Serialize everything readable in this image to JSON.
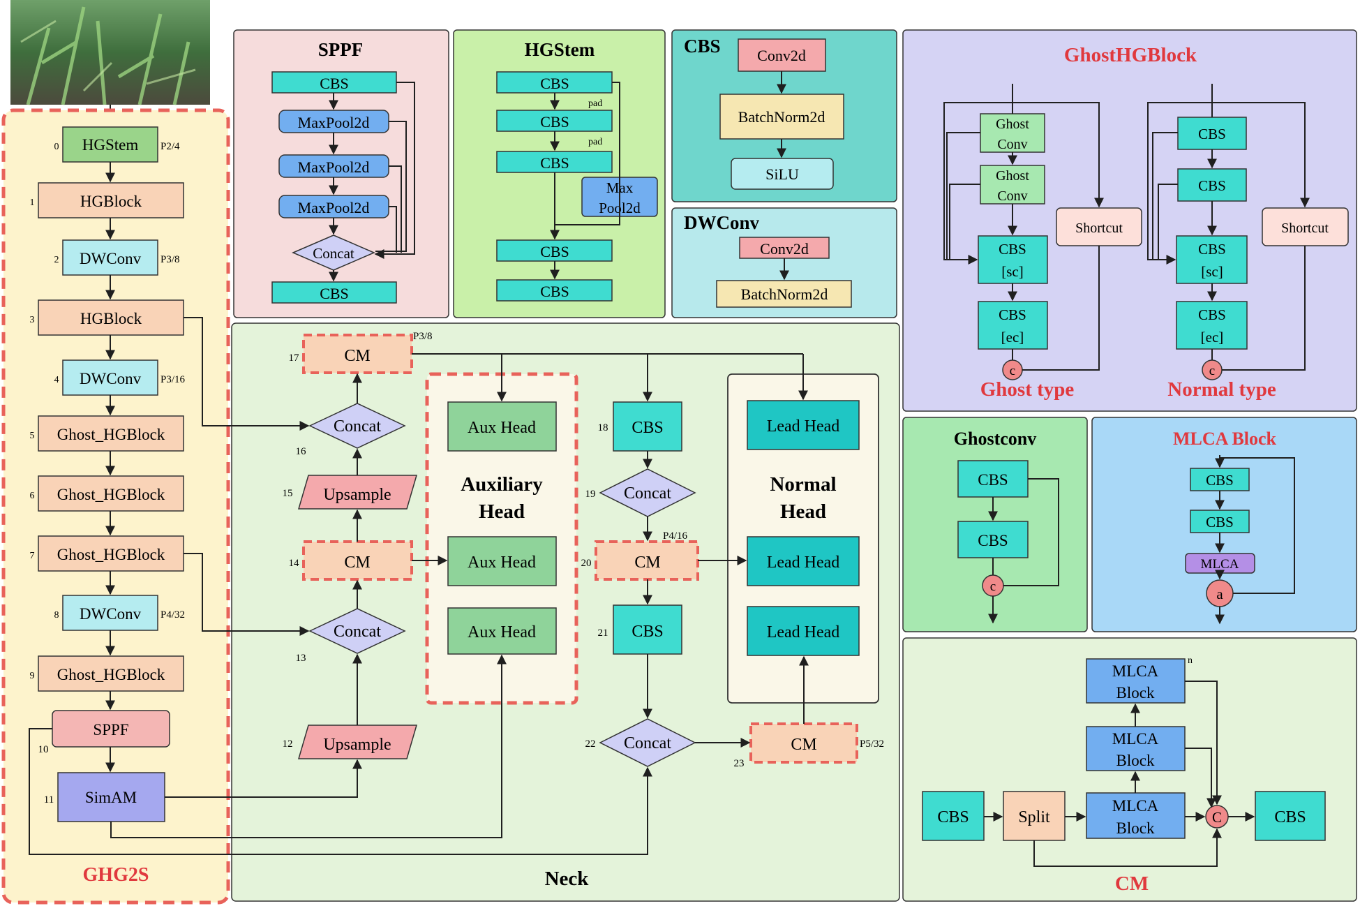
{
  "title": "GHG2S",
  "neck_title": "Neck",
  "sppf": {
    "title": "SPPF",
    "cbs_top": "CBS",
    "maxpool": "MaxPool2d",
    "concat": "Concat",
    "cbs_bottom": "CBS"
  },
  "hgstem": {
    "title": "HGStem",
    "cbs": "CBS",
    "pad": "pad",
    "maxpool_line1": "Max",
    "maxpool_line2": "Pool2d"
  },
  "cbs_module": {
    "title": "CBS",
    "conv": "Conv2d",
    "bn": "BatchNorm2d",
    "act": "SiLU"
  },
  "dwconv_module": {
    "title": "DWConv",
    "conv": "Conv2d",
    "bn": "BatchNorm2d"
  },
  "ghosthg": {
    "title": "GhostHGBlock",
    "ghost_line1": "Ghost",
    "ghost_line2": "Conv",
    "cbs": "CBS",
    "sc": "[sc]",
    "ec": "[ec]",
    "shortcut": "Shortcut",
    "c": "c",
    "ghost_type": "Ghost type",
    "normal_type": "Normal type"
  },
  "ghostconv": {
    "title": "Ghostconv",
    "cbs": "CBS",
    "c": "c"
  },
  "mlca": {
    "title": "MLCA Block",
    "cbs": "CBS",
    "mlca": "MLCA",
    "a": "a"
  },
  "cm_module": {
    "title": "CM",
    "cbs": "CBS",
    "split": "Split",
    "mlca_line1": "MLCA",
    "mlca_line2": "Block",
    "c": "C",
    "n": "n"
  },
  "backbone": [
    {
      "idx": "0",
      "label": "HGStem",
      "scale": "P2/4"
    },
    {
      "idx": "1",
      "label": "HGBlock",
      "scale": ""
    },
    {
      "idx": "2",
      "label": "DWConv",
      "scale": "P3/8"
    },
    {
      "idx": "3",
      "label": "HGBlock",
      "scale": ""
    },
    {
      "idx": "4",
      "label": "DWConv",
      "scale": "P3/16"
    },
    {
      "idx": "5",
      "label": "Ghost_HGBlock",
      "scale": ""
    },
    {
      "idx": "6",
      "label": "Ghost_HGBlock",
      "scale": ""
    },
    {
      "idx": "7",
      "label": "Ghost_HGBlock",
      "scale": ""
    },
    {
      "idx": "8",
      "label": "DWConv",
      "scale": "P4/32"
    },
    {
      "idx": "9",
      "label": "Ghost_HGBlock",
      "scale": ""
    },
    {
      "idx": "10",
      "label": "SPPF",
      "scale": ""
    },
    {
      "idx": "11",
      "label": "SimAM",
      "scale": ""
    }
  ],
  "neck": {
    "cm": "CM",
    "concat": "Concat",
    "upsample": "Upsample",
    "cbs": "CBS",
    "aux_head": "Aux Head",
    "lead_head": "Lead Head",
    "aux_title_1": "Auxiliary",
    "aux_title_2": "Head",
    "normal_title_1": "Normal",
    "normal_title_2": "Head",
    "idx": [
      "12",
      "13",
      "14",
      "15",
      "16",
      "17",
      "18",
      "19",
      "20",
      "21",
      "22",
      "23"
    ],
    "scale_17": "P3/8",
    "scale_20": "P4/16",
    "scale_23": "P5/32"
  },
  "colors": {
    "backbone_bg": "#fdf3cc",
    "red_dash": "#e8625a",
    "red_text": "#e0393e",
    "hgstem_green": "#9ad48a",
    "hgblock_peach": "#f9d3b7",
    "dwconv_cyan": "#b5ecf0",
    "sppf_pink": "#f4b6b4",
    "simam_purple": "#a5a8ef",
    "cbs_teal": "#3fdcd0",
    "maxpool_blue": "#72aef0",
    "concat_lav": "#cfd0f6",
    "upsample_pink": "#f4a9ac",
    "aux_green": "#8fd39a",
    "lead_teal": "#1fc6c4",
    "neck_bg": "#e4f3da",
    "panel_sppf": "#f6dcdc",
    "panel_hgstem": "#c9f0a9",
    "panel_cbs": "#6fd6cc",
    "panel_dwconv": "#b7e9ec",
    "panel_ghosthg": "#d5d3f4",
    "panel_ghostconv": "#a7e8b0",
    "panel_mlca": "#a9d8f7",
    "panel_cm": "#e5f3da"
  }
}
